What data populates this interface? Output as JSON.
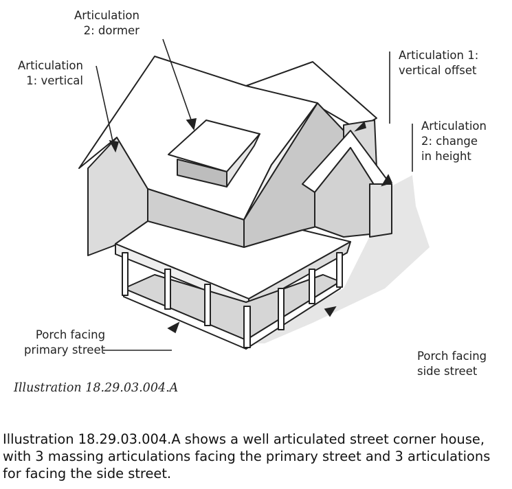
{
  "labels": {
    "dormer": [
      "Articulation",
      "2: dormer"
    ],
    "vertical": [
      "Articulation",
      "1: vertical"
    ],
    "vertical_offset": [
      "Articulation 1:",
      "vertical offset"
    ],
    "change_in_height": [
      "Articulation",
      "2: change",
      "in height"
    ],
    "porch_primary": [
      "Porch facing",
      "primary street"
    ],
    "porch_side": [
      "Porch facing",
      "side street"
    ]
  },
  "caption": "Illustration 18.29.03.004.A",
  "description": [
    "Illustration 18.29.03.004.A shows a well articulated street corner house,",
    "with 3 massing articulations facing the primary street and 3 articulations",
    "for facing the side street."
  ]
}
